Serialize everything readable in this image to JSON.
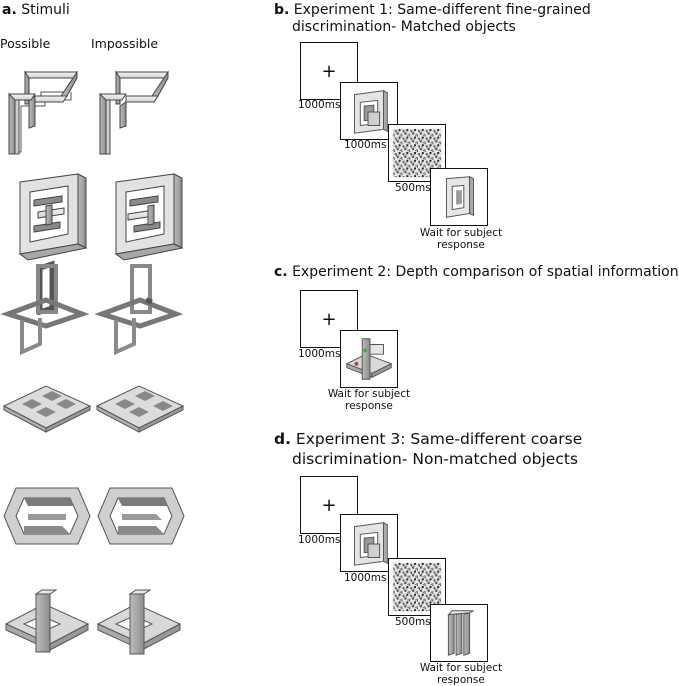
{
  "panel_a": {
    "letter": "a.",
    "title": "Stimuli",
    "col_possible": "Possible",
    "col_impossible": "Impossible"
  },
  "panel_b": {
    "letter": "b.",
    "title_line1": "Experiment 1: Same-different fine-grained",
    "title_line2": "discrimination- Matched objects",
    "times": [
      "1000ms",
      "1000ms",
      "500ms"
    ],
    "fixation": "+",
    "wait": "Wait for subject response"
  },
  "panel_c": {
    "letter": "c.",
    "title": "Experiment 2: Depth comparison of spatial information",
    "times": [
      "1000ms"
    ],
    "fixation": "+",
    "wait": "Wait for subject response"
  },
  "panel_d": {
    "letter": "d.",
    "title_line1": "Experiment 3: Same-different coarse",
    "title_line2": "discrimination- Non-matched objects",
    "times": [
      "1000ms",
      "1000ms",
      "500ms"
    ],
    "fixation": "+",
    "wait": "Wait for subject response"
  }
}
